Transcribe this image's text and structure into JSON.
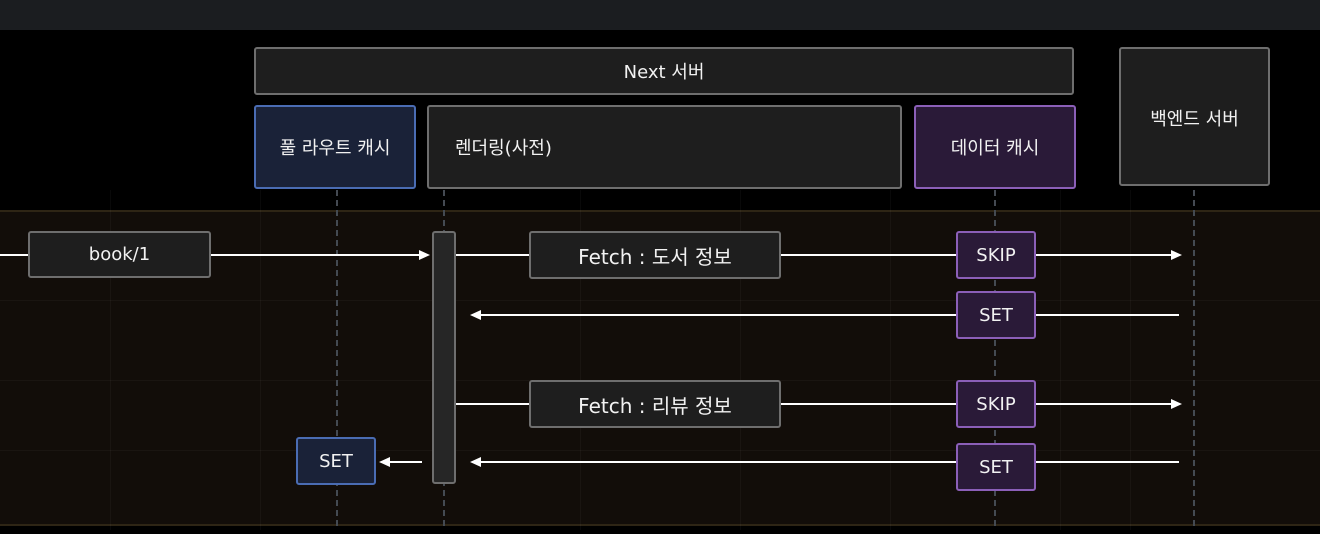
{
  "participants": {
    "next_server": "Next 서버",
    "full_route_cache": "풀 라우트 캐시",
    "rendering": "렌더링(사전)",
    "data_cache": "데이터 캐시",
    "backend_server": "백엔드 서버"
  },
  "messages": {
    "request": "book/1",
    "fetch_book": "Fetch : 도서 정보",
    "fetch_review": "Fetch : 리뷰 정보",
    "skip_label": "SKIP",
    "set_label": "SET"
  },
  "colors": {
    "background": "#000000",
    "band": "#120d09",
    "gray_border": "#6e6e6e",
    "blue_accent": "#4a6cb3",
    "purple_accent": "#8b5fb8",
    "arrow": "#ffffff"
  }
}
